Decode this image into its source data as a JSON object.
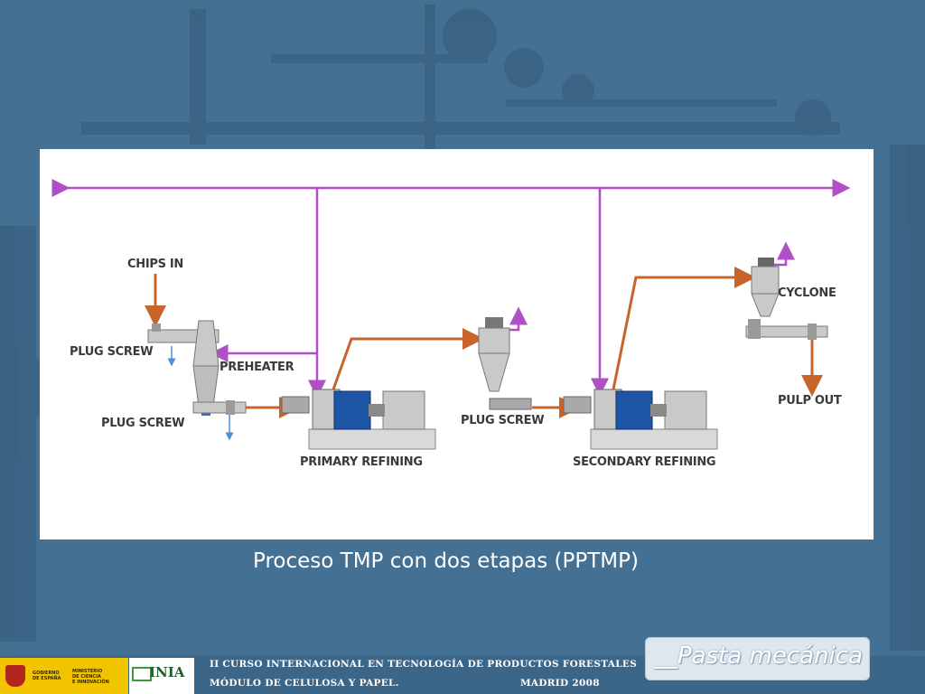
{
  "diagram": {
    "labels": {
      "chips_in": "CHIPS IN",
      "plug_screw_top": "PLUG SCREW",
      "preheater": "PREHEATER",
      "plug_screw_bottom": "PLUG SCREW",
      "primary_refining": "PRIMARY REFINING",
      "plug_screw_mid": "PLUG SCREW",
      "secondary_refining": "SECONDARY REFINING",
      "cyclone": "CYCLONE",
      "pulp_out": "PULP OUT"
    },
    "colors": {
      "steam_line": "#b14fc6",
      "pulp_flow": "#c8642a",
      "refiner_blue": "#1e55a6",
      "equipment_gray": "#c9c9c9",
      "water": "#4f8fd6"
    }
  },
  "caption": "Proceso TMP con dos etapas (PPTMP)",
  "footer": {
    "logo_gov_lines": [
      "GOBIERNO",
      "DE ESPAÑA"
    ],
    "logo_ministry_lines": [
      "MINISTERIO",
      "DE CIENCIA",
      "E INNOVACIÓN"
    ],
    "logo_inia": "INIA",
    "course_line1": "II CURSO INTERNACIONAL EN TECNOLOGÍA DE PRODUCTOS FORESTALES",
    "course_line2": "MÓDULO DE CELULOSA Y PAPEL.",
    "location": "MADRID 2008",
    "section_title": "__Pasta mecánica"
  }
}
